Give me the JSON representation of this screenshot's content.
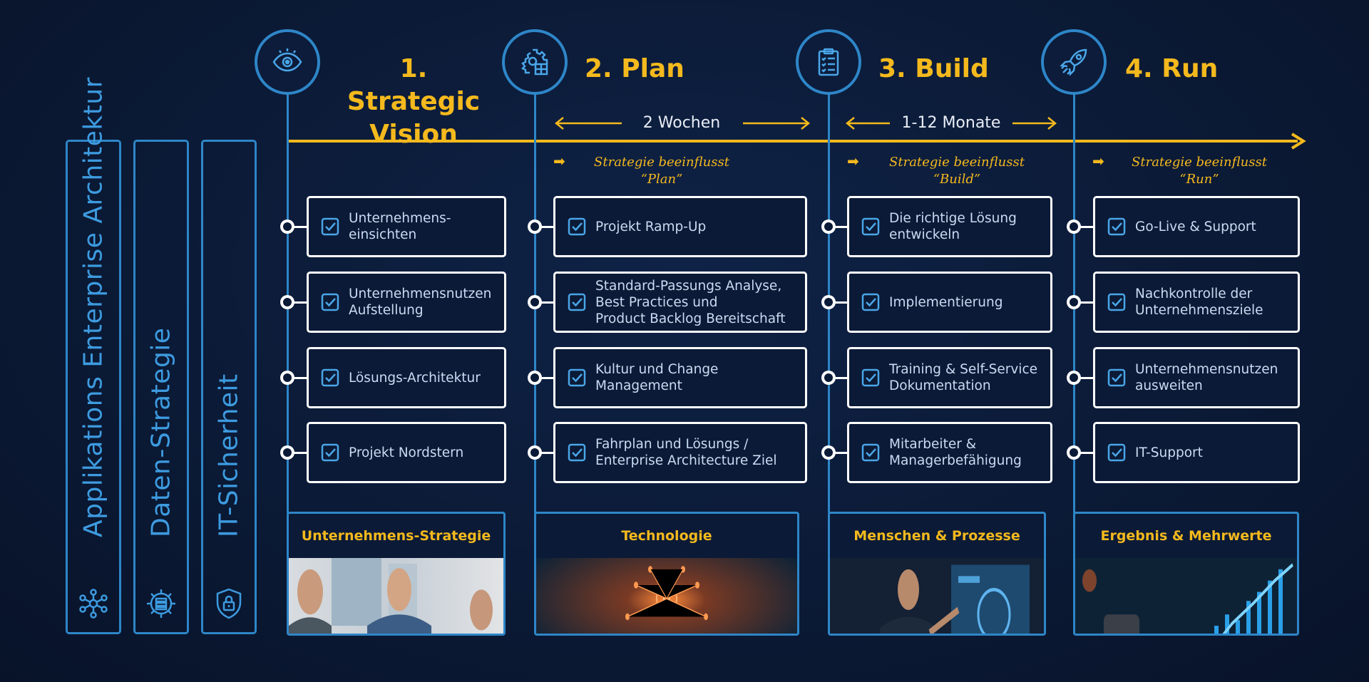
{
  "sidebar": {
    "items": [
      {
        "label": "Applikations Enterprise Architektur",
        "icon": "network-nodes-icon"
      },
      {
        "label": "Daten-Strategie",
        "icon": "data-gear-icon"
      },
      {
        "label": "IT-Sicherheit",
        "icon": "shield-lock-icon"
      }
    ]
  },
  "phases": [
    {
      "title_line1": "1. Strategic",
      "title_line2": "Vision",
      "icon": "eye-icon",
      "note_line1": "",
      "note_line2": "",
      "cards": [
        "Unternehmens-\neinsichten",
        "Unternehmensnutzen\nAufstellung",
        "Lösungs-Architektur",
        "Projekt Nordstern"
      ],
      "panel_title": "Unternehmens-Strategie",
      "panel_image": "meeting-photo"
    },
    {
      "title_line1": "2. Plan",
      "title_line2": "",
      "icon": "gear-grid-icon",
      "note_line1": "Strategie beeinflusst",
      "note_line2": "“Plan”",
      "cards": [
        "Projekt Ramp-Up",
        "Standard-Passungs Analyse,\nBest Practices und\nProduct Backlog Bereitschaft",
        "Kultur und Change\nManagement",
        "Fahrplan und Lösungs /\nEnterprise Architecture Ziel"
      ],
      "panel_title": "Technologie",
      "panel_image": "network-hands-photo"
    },
    {
      "title_line1": "3. Build",
      "title_line2": "",
      "icon": "clipboard-checklist-icon",
      "note_line1": "Strategie beeinflusst",
      "note_line2": "“Build”",
      "cards": [
        "Die richtige Lösung\nentwickeln",
        "Implementierung",
        "Training & Self-Service\nDokumentation",
        "Mitarbeiter &\nManagerbefähigung"
      ],
      "panel_title": "Menschen & Prozesse",
      "panel_image": "presenter-screen-photo"
    },
    {
      "title_line1": "4. Run",
      "title_line2": "",
      "icon": "rocket-icon",
      "note_line1": "Strategie beeinflusst",
      "note_line2": "“Run”",
      "cards": [
        "Go-Live & Support",
        "Nachkontrolle der\nUnternehmensziele",
        "Unternehmensnutzen\nausweiten",
        "IT-Support"
      ],
      "panel_title": "Ergebnis & Mehrwerte",
      "panel_image": "growth-chart-photo"
    }
  ],
  "durations": [
    "2 Wochen",
    "1-12 Monate"
  ],
  "colors": {
    "accent": "#f4b91d",
    "line": "#2e86c8",
    "background": "#0b1a36",
    "card_text": "#c8dcf2"
  }
}
